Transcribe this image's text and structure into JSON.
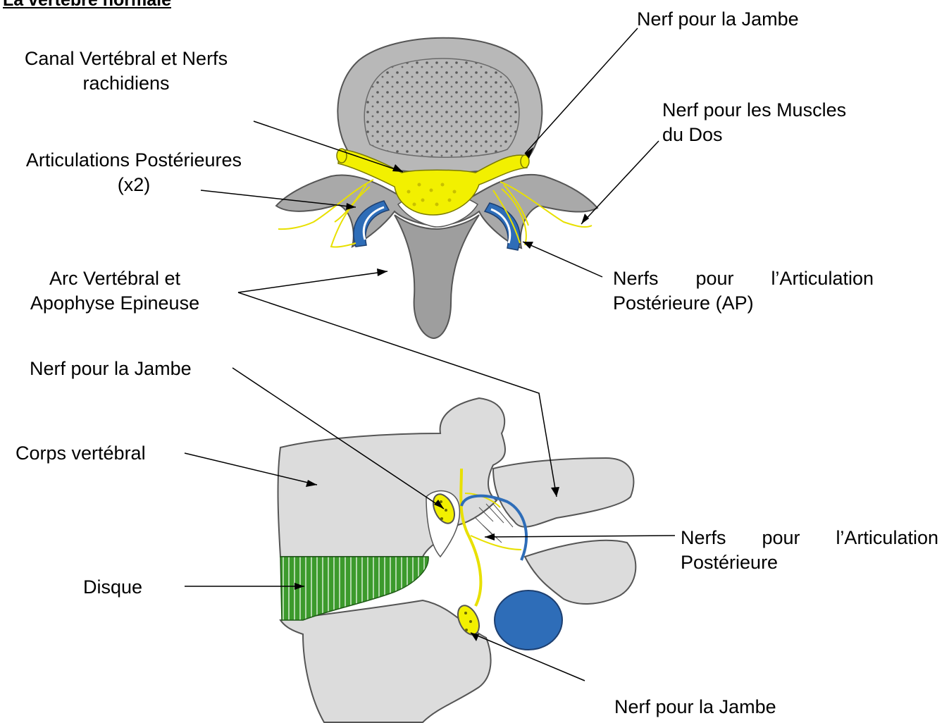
{
  "title": "La vertèbre normale",
  "colors": {
    "bone_outline": "#555555",
    "bone_fill_top": "#a9a9a9",
    "bone_fill_side": "#d9d9d9",
    "nerve": "#f2f000",
    "joint": "#2e6db8",
    "disc": "#3c9a2c"
  },
  "labels": {
    "nerf_jambe_top": "Nerf pour la Jambe",
    "canal_line1": "Canal Vertébral et Nerfs",
    "canal_line2": "rachidiens",
    "muscles_line1": "Nerf pour les Muscles",
    "muscles_line2": "du Dos",
    "articulations_line1": "Articulations Postérieures",
    "articulations_line2": "(x2)",
    "arc_line1": "Arc Vertébral et",
    "arc_line2": "Apophyse Epineuse",
    "nerfs_ap_w1": "Nerfs",
    "nerfs_ap_w2": "pour",
    "nerfs_ap_w3": "l’Articulation",
    "nerfs_ap_line2": "Postérieure (AP)",
    "nerf_jambe_mid": "Nerf pour la Jambe",
    "corps": "Corps vertébral",
    "disque": "Disque",
    "nerfs_post_w1": "Nerfs",
    "nerfs_post_w2": "pour",
    "nerfs_post_w3": "l’Articulation",
    "nerfs_post_line2": "Postérieure",
    "nerf_jambe_bottom": "Nerf pour la Jambe"
  }
}
